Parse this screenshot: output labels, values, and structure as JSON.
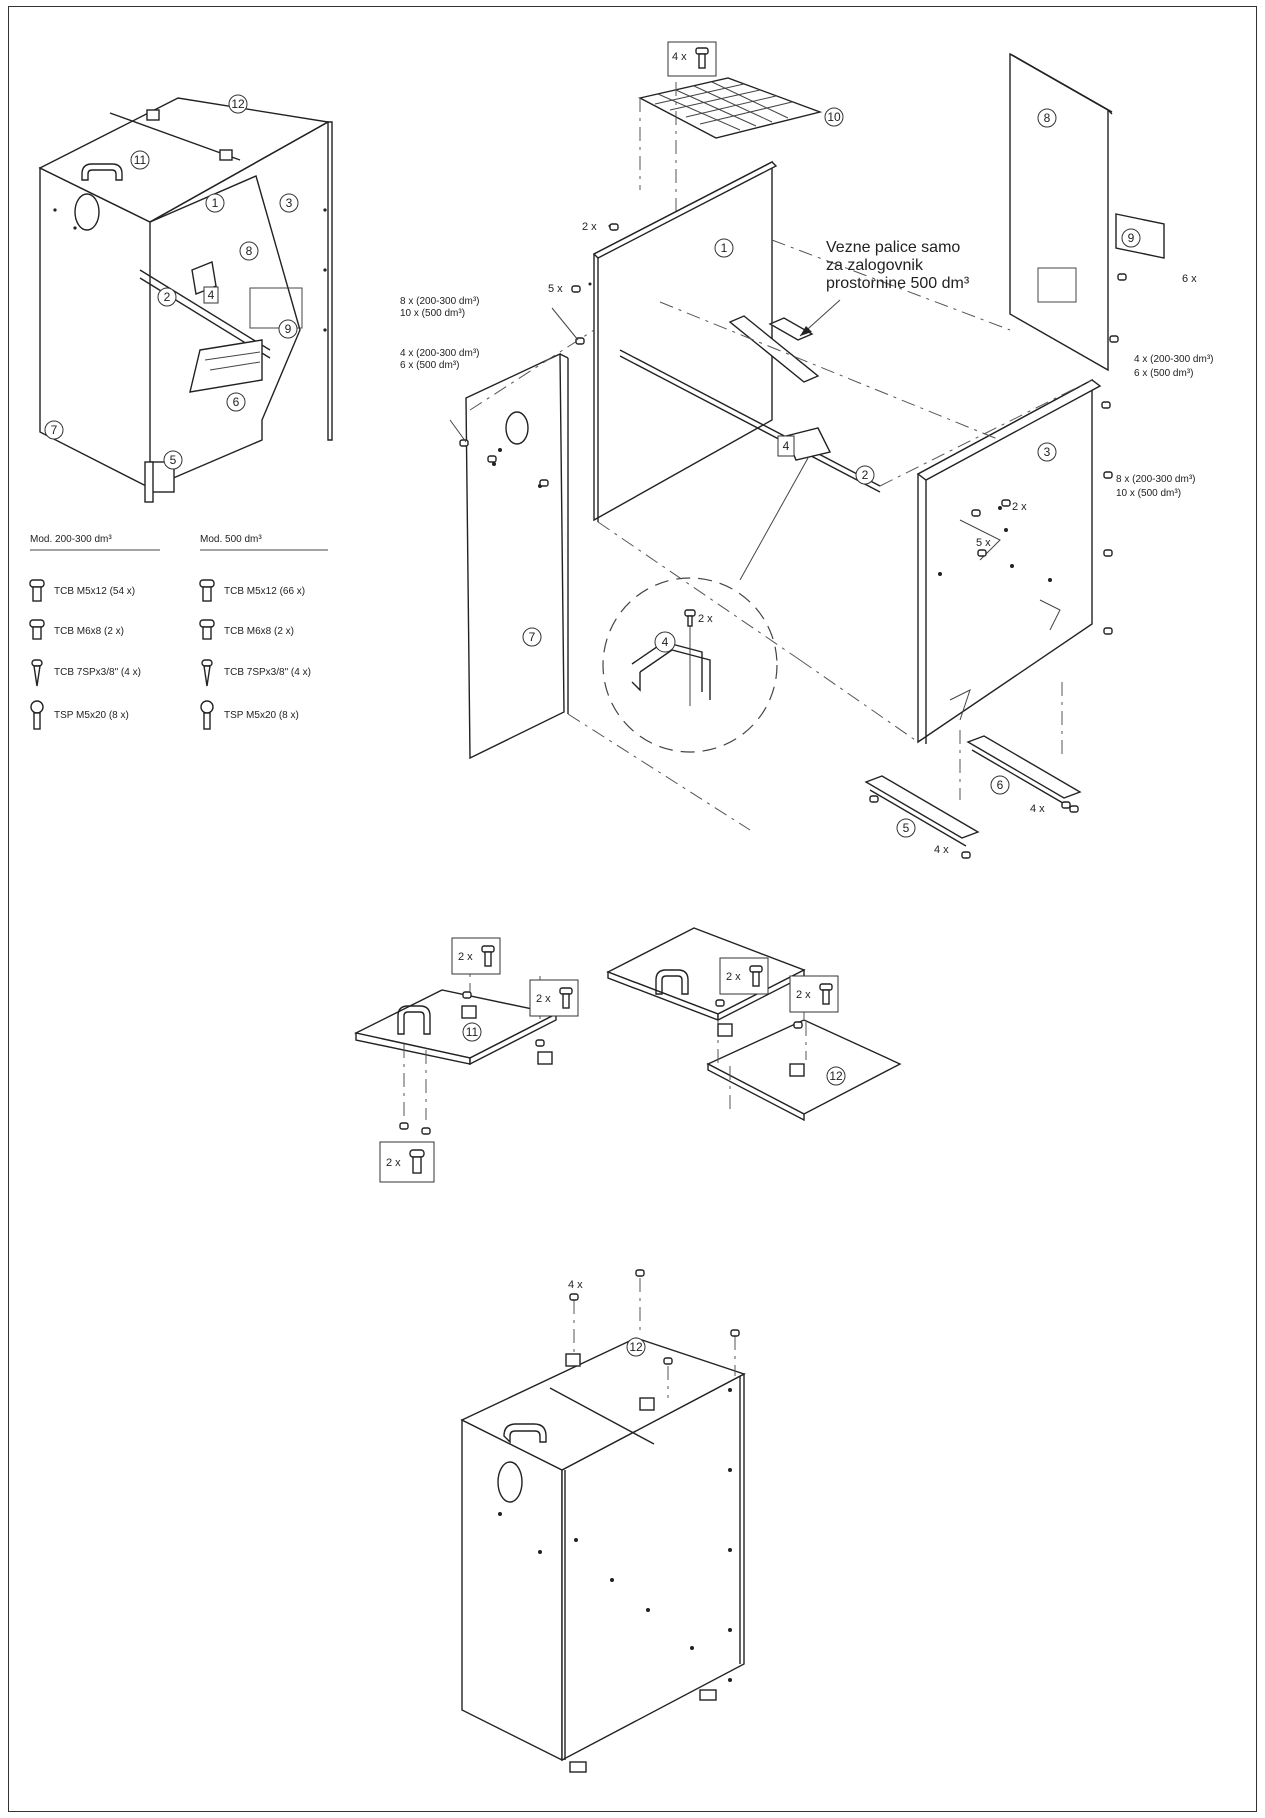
{
  "callout": {
    "line1": "Vezne palice samo",
    "line2": "za zalogovnik",
    "line3": "prostornine 500 dm³"
  },
  "qty_labels": {
    "top_grid": "4 x",
    "panel1_2x": "2 x",
    "panel1_5x": "5 x",
    "left_8x_a": "8 x (200-300 dm³)",
    "left_8x_b": "10 x (500 dm³)",
    "left_4x_a": "4 x (200-300 dm³)",
    "left_4x_b": "6 x (500 dm³)",
    "bracket_2x": "2 x",
    "right_2x": "2 x",
    "right_5x": "5 x",
    "right_8x_a": "8 x (200-300 dm³)",
    "right_8x_b": "10 x (500 dm³)",
    "back_6x": "6 x",
    "back_4x_a": "4 x (200-300 dm³)",
    "back_4x_b": "6 x (500 dm³)",
    "foot5_4x": "4 x",
    "foot6_4x": "4 x",
    "lid_a_2x": "2 x",
    "lid_b_2x": "2 x",
    "lid_c_2x": "2 x",
    "lid_d_2x": "2 x",
    "lid_e_2x": "2 x",
    "final_4x": "4 x"
  },
  "legend": {
    "col1_title": "Mod. 200-300 dm³",
    "col2_title": "Mod. 500 dm³",
    "col1_items": [
      "TCB M5x12 (54 x)",
      "TCB M6x8 (2 x)",
      "TCB 7SPx3/8\" (4 x)",
      "TSP M5x20 (8 x)"
    ],
    "col2_items": [
      "TCB M5x12 (66 x)",
      "TCB M6x8 (2 x)",
      "TCB 7SPx3/8\" (4 x)",
      "TSP M5x20 (8 x)"
    ]
  },
  "part_numbers": [
    "1",
    "2",
    "3",
    "4",
    "5",
    "6",
    "7",
    "8",
    "9",
    "10",
    "11",
    "12"
  ]
}
